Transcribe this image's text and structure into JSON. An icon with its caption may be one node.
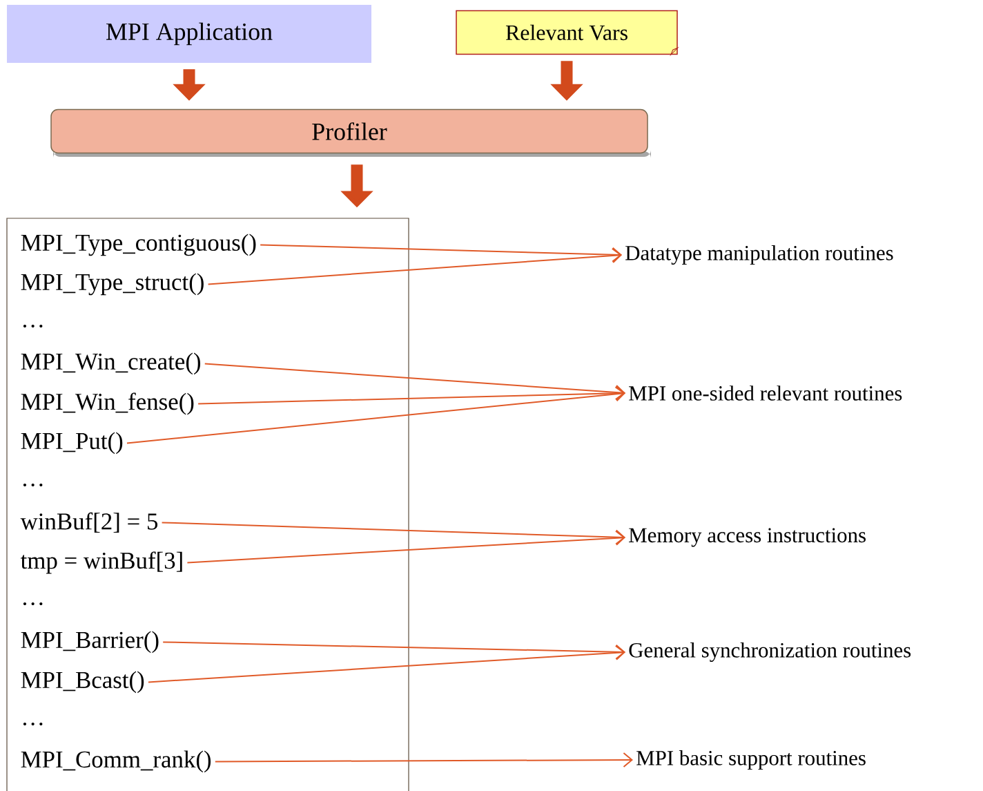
{
  "diagram": {
    "nodes": [
      {
        "text": [
          "MPI Application"
        ]
      },
      {
        "text": [
          "Relevant  Vars"
        ]
      },
      {
        "text": [
          "Profiler"
        ]
      },
      {
        "text": [],
        "shape": "box"
      },
      {
        "text": [
          "MPI_Type_contiguous()"
        ],
        "in": 3
      },
      {
        "text": [
          "MPI_Type_struct()"
        ],
        "in": 3
      },
      {
        "text": [
          "MPI_Win_create()"
        ],
        "in": 3
      },
      {
        "text": [
          "MPI_Win_fense()"
        ],
        "in": 3
      },
      {
        "text": [
          "MPI_Put()"
        ],
        "in": 3
      },
      {
        "text": [
          "winBuf[2] = 5"
        ],
        "in": 3
      },
      {
        "text": [
          "tmp = winBuf[3]"
        ],
        "in": 3
      },
      {
        "text": [
          "MPI_Barrier()"
        ],
        "in": 3
      },
      {
        "text": [
          "MPI_Bcast()"
        ],
        "in": 3
      },
      {
        "text": [
          "MPI_Comm_rank()"
        ],
        "in": 3
      },
      {
        "text": [
          "Datatype manipulation routines"
        ]
      },
      {
        "text": [
          "MPI one-sided relevant routines"
        ]
      },
      {
        "text": [
          "Memory access instructions"
        ]
      },
      {
        "text": [
          "General synchronization routines"
        ]
      },
      {
        "text": [
          "MPI basic support routines"
        ]
      }
    ],
    "edges": [
      {
        "from": 0,
        "to": 2,
        "arrow": "to",
        "style": "thick"
      },
      {
        "from": 1,
        "to": 2,
        "arrow": "to",
        "style": "thick"
      },
      {
        "from": 2,
        "to": 3,
        "arrow": "to",
        "style": "thick"
      },
      {
        "from": 4,
        "to": 14,
        "arrow": "to"
      },
      {
        "from": 5,
        "to": 14,
        "arrow": "to"
      },
      {
        "from": 6,
        "to": 15,
        "arrow": "to"
      },
      {
        "from": 7,
        "to": 15,
        "arrow": "to"
      },
      {
        "from": 8,
        "to": 15,
        "arrow": "to"
      },
      {
        "from": 9,
        "to": 16,
        "arrow": "to"
      },
      {
        "from": 10,
        "to": 16,
        "arrow": "to"
      },
      {
        "from": 11,
        "to": 17,
        "arrow": "to"
      },
      {
        "from": 12,
        "to": 17,
        "arrow": "to"
      },
      {
        "from": 13,
        "to": 18,
        "arrow": "to"
      }
    ],
    "labels": [
      "…",
      "…",
      "…",
      "…"
    ]
  }
}
